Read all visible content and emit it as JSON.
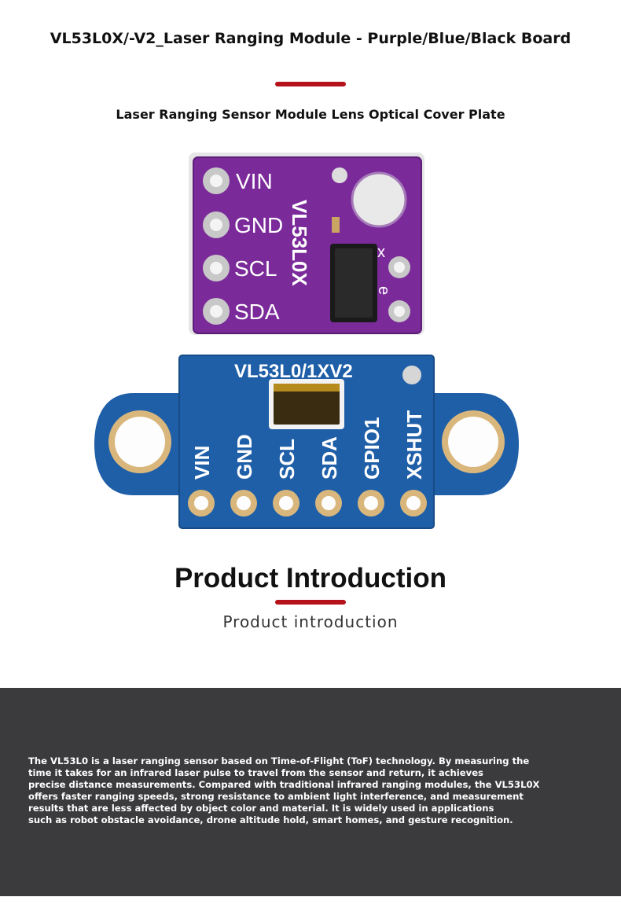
{
  "header": {
    "title": "VL53L0X/-V2_Laser Ranging Module - Purple/Blue/Black Board",
    "subtitle": "Laser Ranging Sensor Module Lens Optical Cover Plate"
  },
  "product_image": {
    "purple_board": {
      "pins": [
        "VIN",
        "GND",
        "SCL",
        "SDA"
      ],
      "chip_label": "VL53L0X",
      "color": "#7b2a9a"
    },
    "blue_board": {
      "label": "VL53L0/1XV2",
      "pins": [
        "VIN",
        "GND",
        "SCL",
        "SDA",
        "GPIO1",
        "XSHUT"
      ],
      "color": "#1f5fa8"
    }
  },
  "introduction": {
    "heading": "Product Introduction",
    "subheading": "Product introduction",
    "description_lines": [
      "The VL53L0 is a laser ranging sensor based on Time-of-Flight (ToF) technology. By measuring the",
      "time it takes for an infrared laser pulse to travel from the sensor and return, it achieves",
      "precise distance measurements. Compared with traditional infrared ranging modules, the VL53L0X",
      "offers faster ranging speeds, strong resistance to ambient light interference, and measurement",
      "results that are less affected by object color and material. It is widely used in applications",
      "such as robot obstacle avoidance, drone altitude hold, smart homes, and gesture recognition."
    ]
  },
  "colors": {
    "accent_red": "#b5121b",
    "panel_dark": "#3b3b3d"
  }
}
